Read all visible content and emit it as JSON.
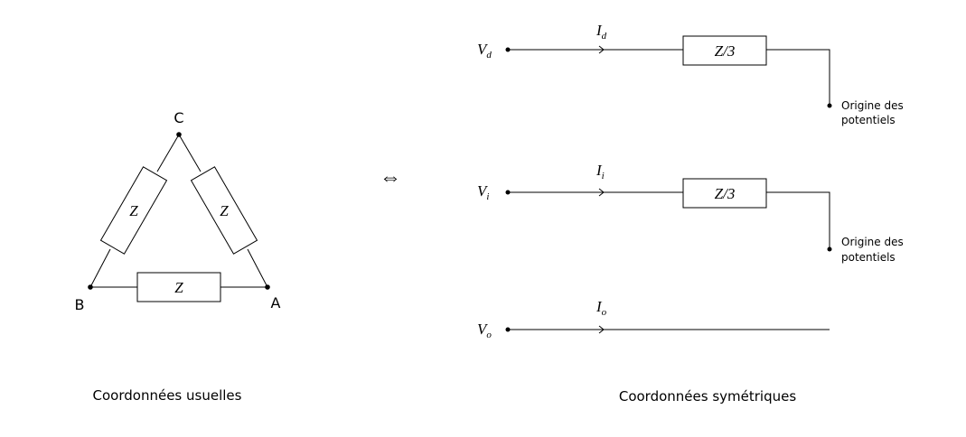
{
  "delta": {
    "node_c": "C",
    "node_b": "B",
    "node_a": "A",
    "impedance_left": "Z",
    "impedance_right": "Z",
    "impedance_bottom": "Z",
    "caption": "Coordonnées usuelles"
  },
  "equivalence_symbol": "⇔",
  "symmetric": {
    "direct": {
      "voltage": "V",
      "voltage_sub": "d",
      "current": "I",
      "current_sub": "d",
      "impedance": "Z/3",
      "ground_label_line1": "Origine des",
      "ground_label_line2": "potentiels"
    },
    "inverse": {
      "voltage": "V",
      "voltage_sub": "i",
      "current": "I",
      "current_sub": "i",
      "impedance": "Z/3",
      "ground_label_line1": "Origine des",
      "ground_label_line2": "potentiels"
    },
    "homopolar": {
      "voltage": "V",
      "voltage_sub": "o",
      "current": "I",
      "current_sub": "o"
    },
    "caption": "Coordonnées symétriques"
  }
}
